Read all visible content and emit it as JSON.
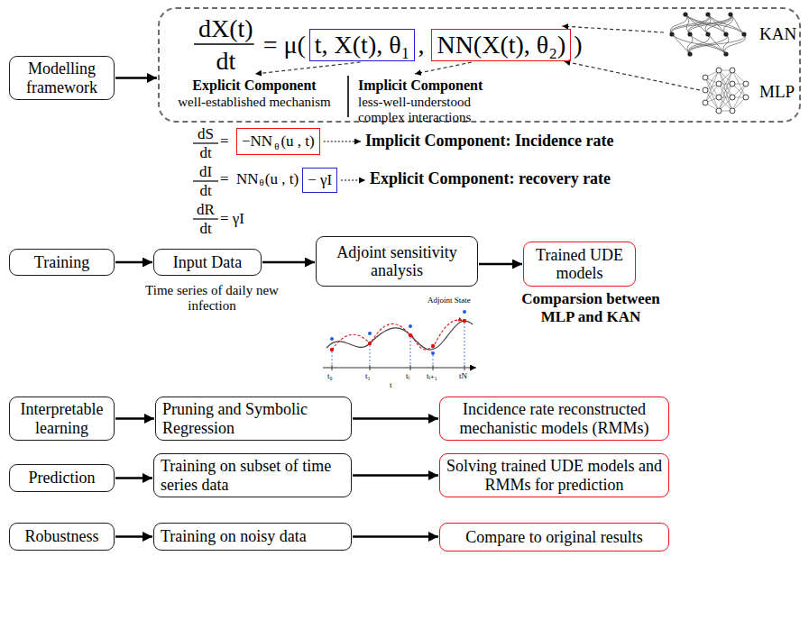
{
  "diagram": {
    "nodes": [
      {
        "text": [
          "Modelling framework"
        ]
      },
      {
        "text": [
          "dX(t)",
          "dt",
          "= μ(",
          ",",
          ")",
          "Explicit Component",
          "well-established mechanism",
          "Implicit Component",
          "less-well-understood complex interactions",
          "KAN",
          "MLP"
        ]
      },
      {
        "text": [
          "t, X(t), θ₁"
        ],
        "in": 1
      },
      {
        "text": [
          "NN(X(t), θ₂)"
        ],
        "in": 1
      },
      {
        "text": [
          "−NN",
          "θ",
          "(u , t)"
        ]
      },
      {
        "text": [
          "− γI"
        ]
      },
      {
        "text": [
          "Training"
        ]
      },
      {
        "text": [
          "Input Data"
        ]
      },
      {
        "text": [
          "Adjoint sensitivity analysis"
        ]
      },
      {
        "text": [
          "Trained UDE models"
        ]
      },
      {
        "text": [
          "Interpretable learning"
        ]
      },
      {
        "text": [
          "Pruning and Symbolic Regression"
        ]
      },
      {
        "text": [
          "Incidence rate reconstructed mechanistic models (RMMs)"
        ]
      },
      {
        "text": [
          "Prediction"
        ]
      },
      {
        "text": [
          "Training on subset of time series data"
        ]
      },
      {
        "text": [
          "Solving trained UDE models and RMMs for prediction"
        ]
      },
      {
        "text": [
          "Robustness"
        ]
      },
      {
        "text": [
          "Training on noisy data"
        ]
      },
      {
        "text": [
          "Compare to original results"
        ]
      }
    ],
    "edges": [
      {
        "from": 0,
        "to": 1,
        "arrow": "to"
      },
      {
        "from": 6,
        "to": 7,
        "arrow": "to"
      },
      {
        "from": 7,
        "to": 8,
        "arrow": "to"
      },
      {
        "from": 8,
        "to": 9,
        "arrow": "to"
      },
      {
        "from": 10,
        "to": 11,
        "arrow": "to"
      },
      {
        "from": 11,
        "to": 12,
        "arrow": "to"
      },
      {
        "from": 13,
        "to": 14,
        "arrow": "to"
      },
      {
        "from": 14,
        "to": 15,
        "arrow": "to"
      },
      {
        "from": 16,
        "to": 17,
        "arrow": "to"
      },
      {
        "from": 17,
        "to": 18,
        "arrow": "to"
      }
    ],
    "labels": [
      "dS",
      "dt",
      "=",
      "dI",
      "dt",
      "=",
      "NN",
      "θ",
      "(u , t)",
      "dR",
      "dt",
      "= γI",
      "Implicit Component: Incidence rate",
      "Explicit Component: recovery rate",
      "Time series of daily new infection",
      "Comparsion between MLP and KAN",
      "Adjoint State",
      "t₀",
      "t₁",
      "tᵢ",
      "tᵢ₊₁",
      "tN",
      "t"
    ]
  }
}
